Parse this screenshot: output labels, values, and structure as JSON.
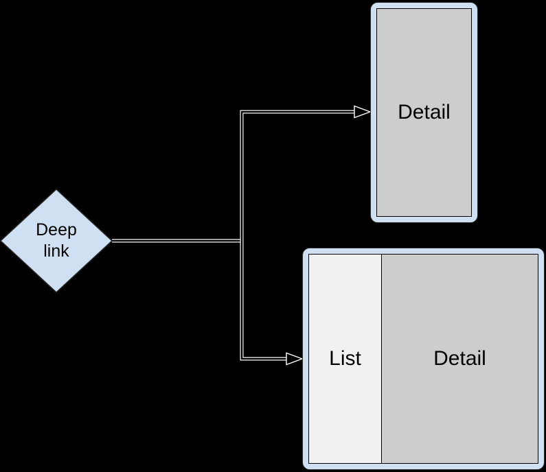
{
  "colors": {
    "canvas-bg": "#000000",
    "node-fill": "#cfe0f2",
    "detail-fill": "#cdcdcd",
    "list-fill": "#f1f1f1",
    "frame-outline": "#2b2b2b",
    "inner-stroke": "#000000",
    "connector-outline": "#ffffff",
    "connector-core": "#000000",
    "label-color": "#000000"
  },
  "diagram": {
    "deep_link_node": {
      "line1": "Deep",
      "line2": "link"
    },
    "phone_window": {
      "detail_label": "Detail"
    },
    "tablet_window": {
      "list_label": "List",
      "detail_label": "Detail"
    }
  }
}
